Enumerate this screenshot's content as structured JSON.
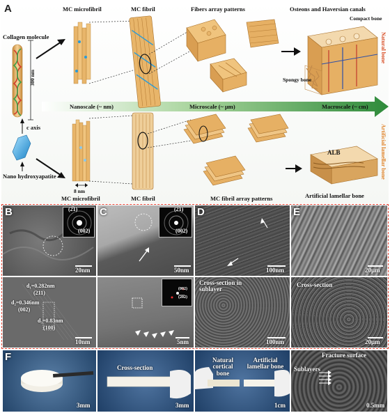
{
  "panel_a": {
    "letter": "A",
    "collagen_label": "Collagen molecule",
    "height_label": "300 nm",
    "mc_microfibril_top": "MC microfibril",
    "mc_fibril_top": "MC fibril",
    "fibers_array": "Fibers array patterns",
    "osteons": "Osteons and Haversian canals",
    "compact_bone": "Compact bone",
    "spongy_bone": "Spongy bone",
    "natural_bone": "Natural bone",
    "nanoscale": "Nanoscale  (~ nm)",
    "microscale": "Microscale  (~ μm)",
    "macroscale": "Macroscale  (~ cm)",
    "c_axis": "c axis",
    "nano_ha": "Nano hydroxyapatite",
    "width_label": "8 nm",
    "mc_microfibril_bottom": "MC microfibril",
    "mc_fibril_bottom": "MC fibril",
    "mc_fibril_array": "MC fibril array patterns",
    "alb_tag": "ALB",
    "artificial_lamellar_bone": "Artificial lamellar bone",
    "artificial_side": "Artificial lamellar bone"
  },
  "panel_b": {
    "letter": "B",
    "top": {
      "plane1": "(2̅1)",
      "plane2": "(002)",
      "scale": "20nm"
    },
    "bottom": {
      "d1": "d₁=0.282nm",
      "d1_hkl": "(211)",
      "d2": "d₂=0.346nm",
      "d2_hkl": "(002)",
      "d3": "d₃=0.83nm",
      "d3_hkl": "(100)",
      "scale": "10nm"
    }
  },
  "panel_c": {
    "letter": "C",
    "top": {
      "plane1": "(2̅1)",
      "plane2": "(002)",
      "scale": "50nm"
    },
    "bottom": {
      "fft1": "(002)",
      "fft2": "(̅2̅0̅2)",
      "scale": "5nm"
    }
  },
  "panel_d": {
    "letter": "D",
    "top_scale": "100nm",
    "bottom_label": "Cross-section in sublayer",
    "bottom_scale": "100nm"
  },
  "panel_e": {
    "letter": "E",
    "top_scale": "20μm",
    "bottom_label": "Cross-section",
    "bottom_scale": "20μm"
  },
  "panel_f": {
    "letter": "F",
    "photo1_scale": "3mm",
    "photo2_label": "Cross-section",
    "photo2_scale": "3mm",
    "photo3_natural": "Natural cortical bone",
    "photo3_artificial": "Artificial lamellar bone",
    "photo3_scale": "1cm",
    "photo4_fracture": "Fracture surface",
    "photo4_sublayers": "Sublayers",
    "photo4_scale": "0.5mm"
  },
  "colors": {
    "frame_red": "#e2402f",
    "fibril_tan": "#e8b56a",
    "arrow_green_dark": "#2e8a3a",
    "natural_bone_orange": "#d9512a",
    "artificial_orange": "#e0862f",
    "ha_blue": "#2a9bd8"
  }
}
